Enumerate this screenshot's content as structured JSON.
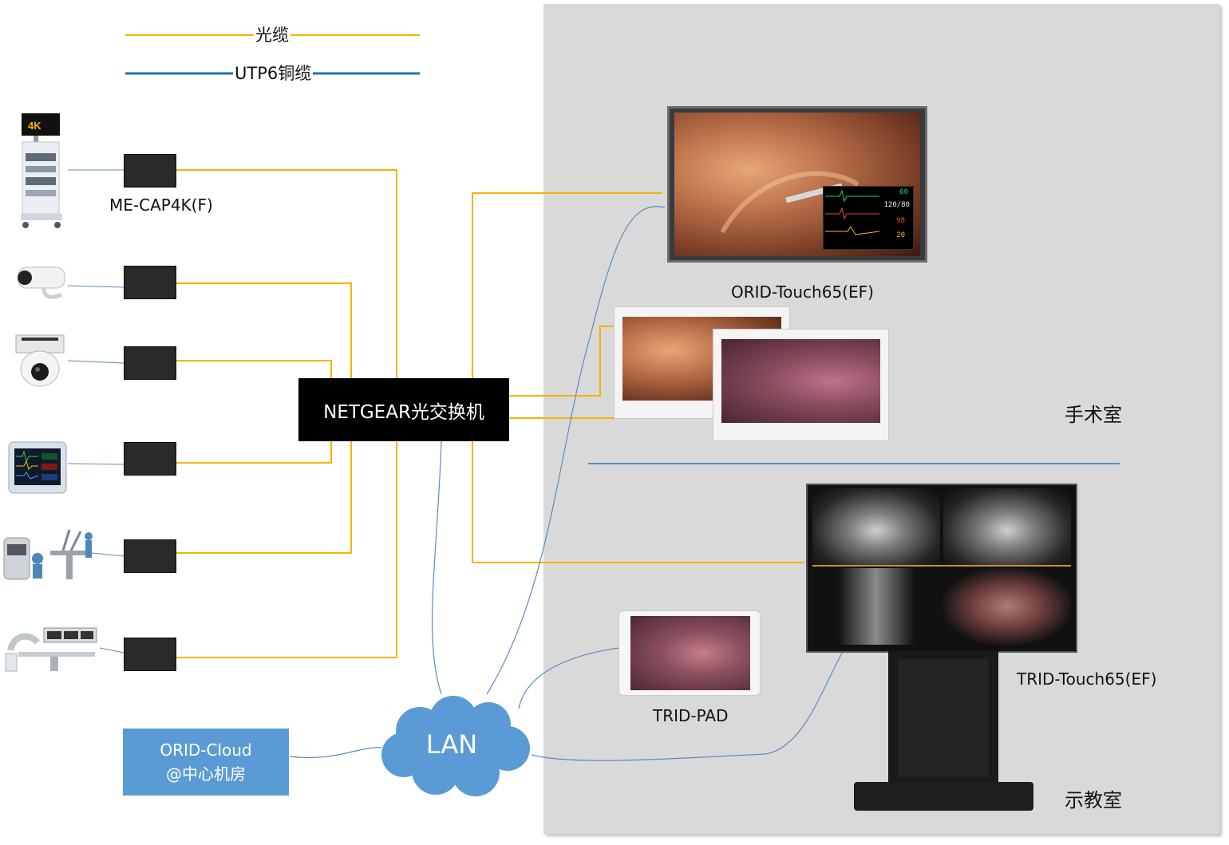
{
  "legend": {
    "fiber_label": "光缆",
    "copper_label": "UTP6铜缆",
    "fiber_color": "#f4b400",
    "copper_color": "#1f6fb2"
  },
  "sources": {
    "capture_label": "ME-CAP4K(F)",
    "icons": [
      "endoscope-tower-4k-icon",
      "bullet-camera-icon",
      "dome-camera-icon",
      "patient-monitor-icon",
      "surgical-robot-icon",
      "operating-table-icon"
    ],
    "badge_4k": "4K"
  },
  "switch": {
    "label": "NETGEAR光交换机"
  },
  "cloud": {
    "line1": "ORID-Cloud",
    "line2": "@中心机房"
  },
  "lan": {
    "label": "LAN"
  },
  "displays": {
    "orid_touch": "ORID-Touch65(EF)",
    "trid_touch": "TRID-Touch65(EF)",
    "trid_pad": "TRID-PAD"
  },
  "vitals": {
    "hr": "60",
    "bp": "120/80",
    "spo2": "98",
    "rr": "20"
  },
  "rooms": {
    "operating_room": "手术室",
    "teaching_room": "示教室"
  },
  "colors": {
    "room_bg": "#d9d9d9",
    "cloud_blue": "#5b9bd5",
    "switch_bg": "#000000"
  }
}
